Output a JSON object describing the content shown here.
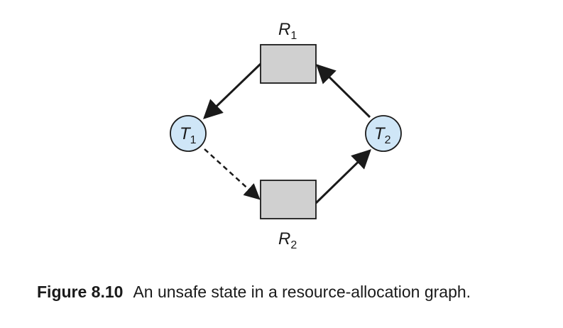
{
  "diagram": {
    "nodes": {
      "r1": {
        "name": "R",
        "sub": "1",
        "kind": "resource"
      },
      "r2": {
        "name": "R",
        "sub": "2",
        "kind": "resource"
      },
      "t1": {
        "name": "T",
        "sub": "1",
        "kind": "thread"
      },
      "t2": {
        "name": "T",
        "sub": "2",
        "kind": "thread"
      }
    },
    "edges": [
      {
        "from": "R1",
        "to": "T1",
        "type": "assignment"
      },
      {
        "from": "T1",
        "to": "R2",
        "type": "claim"
      },
      {
        "from": "R2",
        "to": "T2",
        "type": "assignment"
      },
      {
        "from": "T2",
        "to": "R1",
        "type": "request"
      }
    ],
    "colors": {
      "resource_fill": "#d0d0d0",
      "thread_fill": "#cfe6f7",
      "stroke": "#1a1a1a"
    }
  },
  "caption": {
    "figure_number": "Figure 8.10",
    "text": "An unsafe state in a resource-allocation graph."
  }
}
